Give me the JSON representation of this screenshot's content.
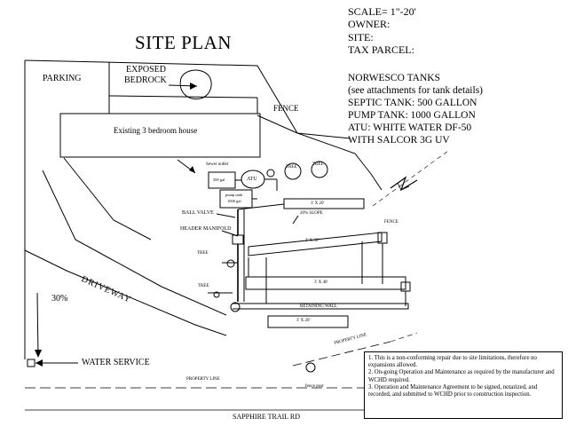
{
  "header": {
    "scale": "SCALE= 1\"-20'",
    "owner": "OWNER:",
    "site": "SITE:",
    "tax_parcel": "TAX PARCEL:"
  },
  "tank_info": {
    "brand": "NORWESCO TANKS",
    "note": "(see attachments for tank details)",
    "septic": "SEPTIC TANK: 500 GALLON",
    "pump": "PUMP TANK: 1000 GALLON",
    "atu": "ATU: WHITE WATER DF-50",
    "uv": "WITH SALCOR 3G UV"
  },
  "title": "SITE PLAN",
  "labels": {
    "parking": "PARKING",
    "exposed": "EXPOSED",
    "bedrock": "BEDROCK",
    "fence": "FENCE",
    "house": "Existing 3 bedroom house",
    "sewer_outlet": "Sewer outlet",
    "tank_small": "500 gal",
    "atu": "ATU",
    "pump_tank": "pump tank",
    "pump_gal": "1000 gal",
    "tree_1": "TREE",
    "tree_2": "TREE",
    "tree_3": "TREE",
    "tree_4": "TREE",
    "ball_valve": "BALL VALVE",
    "slope_20": "20% SLOPE",
    "header_manifold": "HEADER MANIFOLD",
    "fence_2": "FENCE",
    "lat_1": "3' X 20'",
    "lat_2": "3' X 30'",
    "lat_3": "3' X 40'",
    "lat_4": "3' X 20'",
    "retaining_wall": "RETAINING WALL",
    "driveway": "DRIVEWAY",
    "slope_30": "30%",
    "water_service": "WATER SERVICE",
    "property_line_1": "PROPERTY LINE",
    "property_line_2": "PROPERTY LINE",
    "fence_post": "fence post",
    "road": "SAPPHIRE TRAIL RD"
  },
  "notes": [
    "1.  This is a non-conforming repair due to site limitations, therefore no expansions allowed.",
    "2.  On-going Operation and Maintenance as required by the manufacturer and WCHD required.",
    "3.  Operation and Maintenance Agreement to be signed, notarized, and recorded, and submitted to WCHD prior to construction inspection."
  ]
}
